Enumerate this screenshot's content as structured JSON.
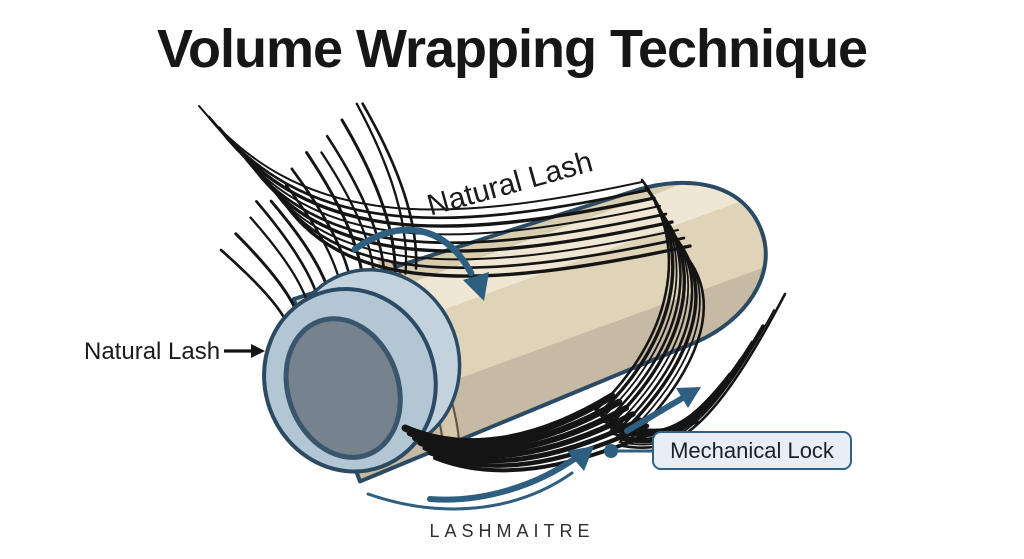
{
  "title": "Volume Wrapping Technique",
  "brand": "LASHMAITRE",
  "labels": {
    "natural_lash_top": "Natural Lash",
    "natural_lash_left": "Natural Lash",
    "mechanical_lock": "Mechanical Lock"
  },
  "colors": {
    "background": "#ffffff",
    "text_dark": "#1b1b1b",
    "title_black": "#161616",
    "brand_gray": "#2e2e2e",
    "lash_black": "#141414",
    "steel_blue": "#2e5f80",
    "outline_navy": "#2b4a63",
    "body_top_band": "#d9cdb0",
    "body_highlight": "#efe7d3",
    "body_main": "#e0d4b8",
    "body_shadow": "#c6baa5",
    "band_tan": "#d5c7a9",
    "band_outline": "#5f5244",
    "collar_side": "#c3d3de",
    "collar_face": "#b3c6d4",
    "collar_core": "#76828e",
    "core_outline": "#3a566c",
    "badge_bg": "#e9eef4",
    "badge_border": "#2f6186"
  }
}
